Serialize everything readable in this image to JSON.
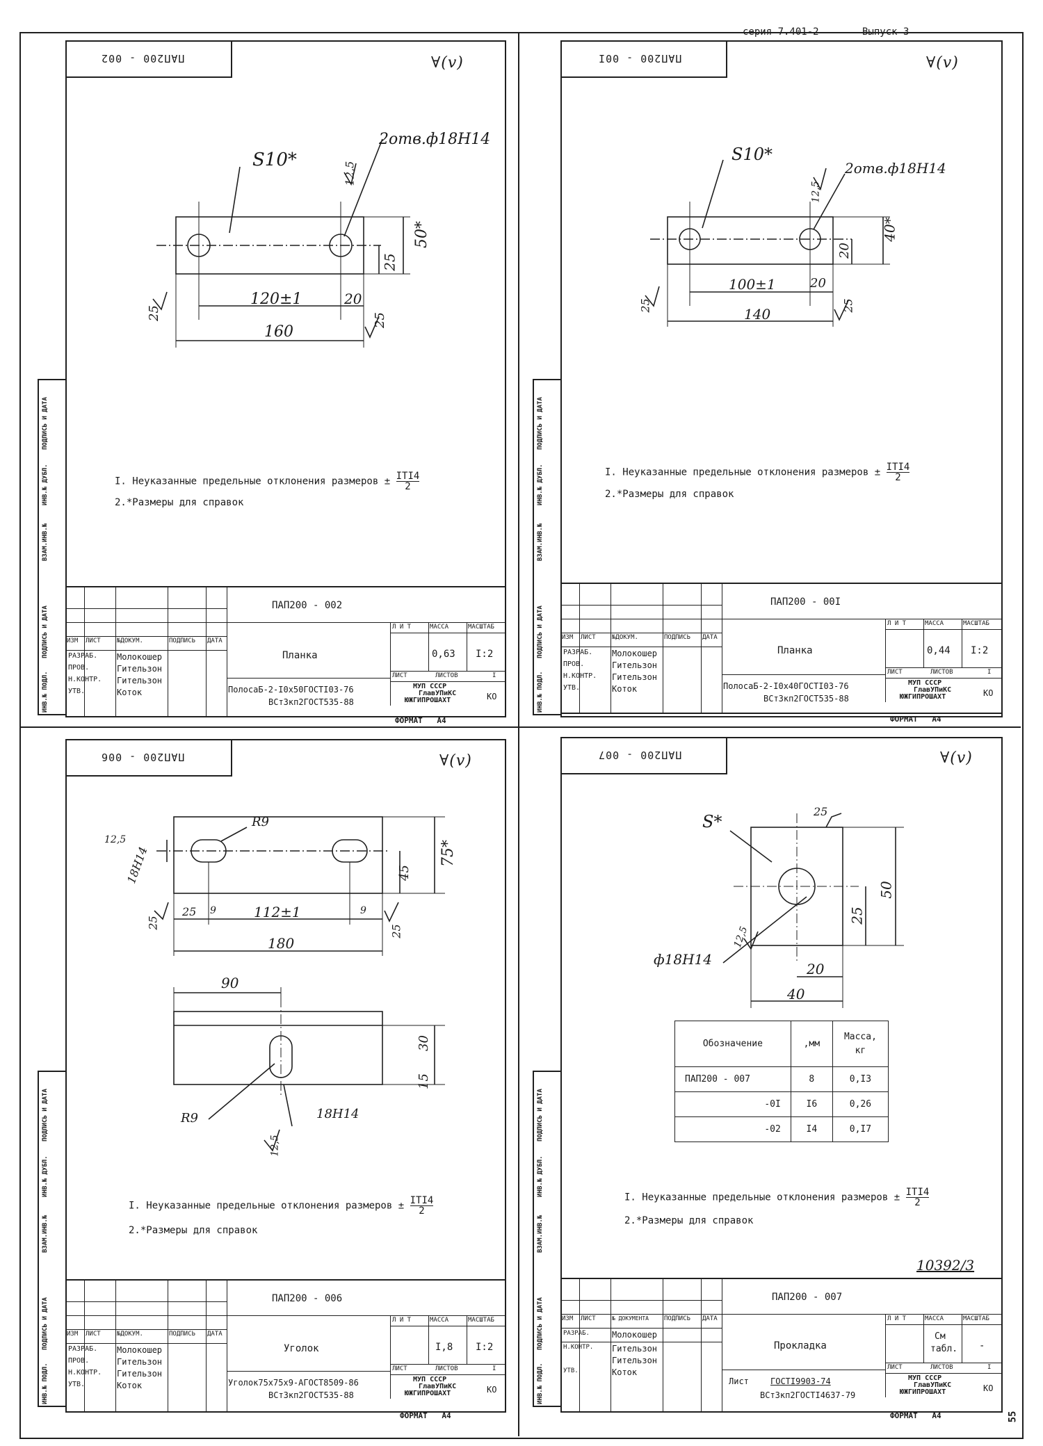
{
  "series": {
    "label": "серия 7.401-2",
    "issue": "Выпуск 3"
  },
  "sidestrip_labels": [
    "ИНВ.№ ПОДЛ.",
    "ПОДПИСЬ И ДАТА",
    "ВЗАМ.ИНВ.№",
    "ИНВ.№ ДУБЛ.",
    "ПОДПИСЬ И ДАТА"
  ],
  "roughness": "∀(v)",
  "notes": {
    "n1": "I. Неуказанные предельные отклонения размеров ±",
    "n1_frac_top": "IТI4",
    "n1_frac_bottom": "2",
    "n2": "2.*Размеры для справок"
  },
  "titleblock_labels": {
    "izm": "ИЗМ",
    "list": "ЛИСТ",
    "ndok": "№ДОКУМ.",
    "ndok2": "№ ДОКУМЕНТА",
    "podpis": "ПОДПИСЬ",
    "data": "ДАТА",
    "razrab": "РАЗРАБ.",
    "prov": "ПРОВ.",
    "nkontr": "Н.КОНТР.",
    "utv": "УТВ.",
    "lit": "Л И Т",
    "massa": "МАССА",
    "masshtab": "МАСШТАБ",
    "list2": "ЛИСТ",
    "listov": "ЛИСТОВ",
    "listov_val": "I",
    "format": "ФОРМАТ",
    "ko": "КО",
    "org1": "МУП СССР",
    "org2": "ГлавУПиКС",
    "org3": "ЮЖГИПРОШАХТ"
  },
  "people": {
    "razrab": "Молокошер",
    "prov": "Гительзон",
    "nkontr": "Гительзон",
    "utv": "Коток"
  },
  "sheets": [
    {
      "code": "ПАП200 - 002",
      "name": "Планка",
      "mass": "0,63",
      "scale": "I:2",
      "material1": "ПолосаБ-2-I0х50ГОСТI03-76",
      "material2": "ВСт3кп2ГОСТ535-88",
      "format": "А4",
      "dims": {
        "thickness": "S10*",
        "holes": "2отв.ф18Н14",
        "len_total": "160",
        "hole_pitch": "120±1",
        "edge": "20",
        "height": "50*",
        "half": "25",
        "rough": "25",
        "rough2": "12,5"
      }
    },
    {
      "code": "ПАП200 - 00I",
      "name": "Планка",
      "mass": "0,44",
      "scale": "I:2",
      "material1": "ПолосаБ-2-I0х40ГОСТI03-76",
      "material2": "ВСт3кп2ГОСТ535-88",
      "format": "А4",
      "dims": {
        "thickness": "S10*",
        "holes": "2отв.ф18Н14",
        "len_total": "140",
        "hole_pitch": "100±1",
        "edge": "20",
        "height": "40*",
        "half": "20",
        "rough": "25",
        "rough2": "12,5"
      }
    },
    {
      "code": "ПАП200 - 006",
      "name": "Уголок",
      "mass": "I,8",
      "scale": "I:2",
      "material1": "Уголок75х75х9-АГОСТ8509-86",
      "material2": "ВСт3кп2ГОСТ535-88",
      "format": "А4",
      "dims": {
        "r": "R9",
        "slot": "18Н14",
        "len_total": "180",
        "hole_pitch": "112±1",
        "edge": "25",
        "nine": "9",
        "height": "75*",
        "h45": "45",
        "rough": "25",
        "rough2": "12,5",
        "w90": "90",
        "h30": "30",
        "h15": "15"
      }
    },
    {
      "code": "ПАП200 - 007",
      "name": "Прокладка",
      "mass": "См\nтабл.",
      "mass_l1": "См",
      "mass_l2": "табл.",
      "scale": "-",
      "sheet_word": "Лист",
      "material1": "ГОСТI9903-74",
      "material2": "ВСт3кп2ГОСТI4637-79",
      "format": "А4",
      "dims": {
        "thickness": "S*",
        "hole": "ф18Н14",
        "w": "40",
        "w2": "20",
        "h": "50",
        "h2": "25",
        "rough": "25",
        "rough2": "12,5"
      },
      "table": {
        "headers": [
          "Обозначение",
          ",мм",
          "Масса,",
          "кг"
        ],
        "rows": [
          [
            "ПАП200 - 007",
            "8",
            "0,I3"
          ],
          [
            "-0I",
            "I6",
            "0,26"
          ],
          [
            "-02",
            "I4",
            "0,I7"
          ]
        ]
      },
      "handwritten": "10392/3"
    }
  ],
  "page_number": "55"
}
